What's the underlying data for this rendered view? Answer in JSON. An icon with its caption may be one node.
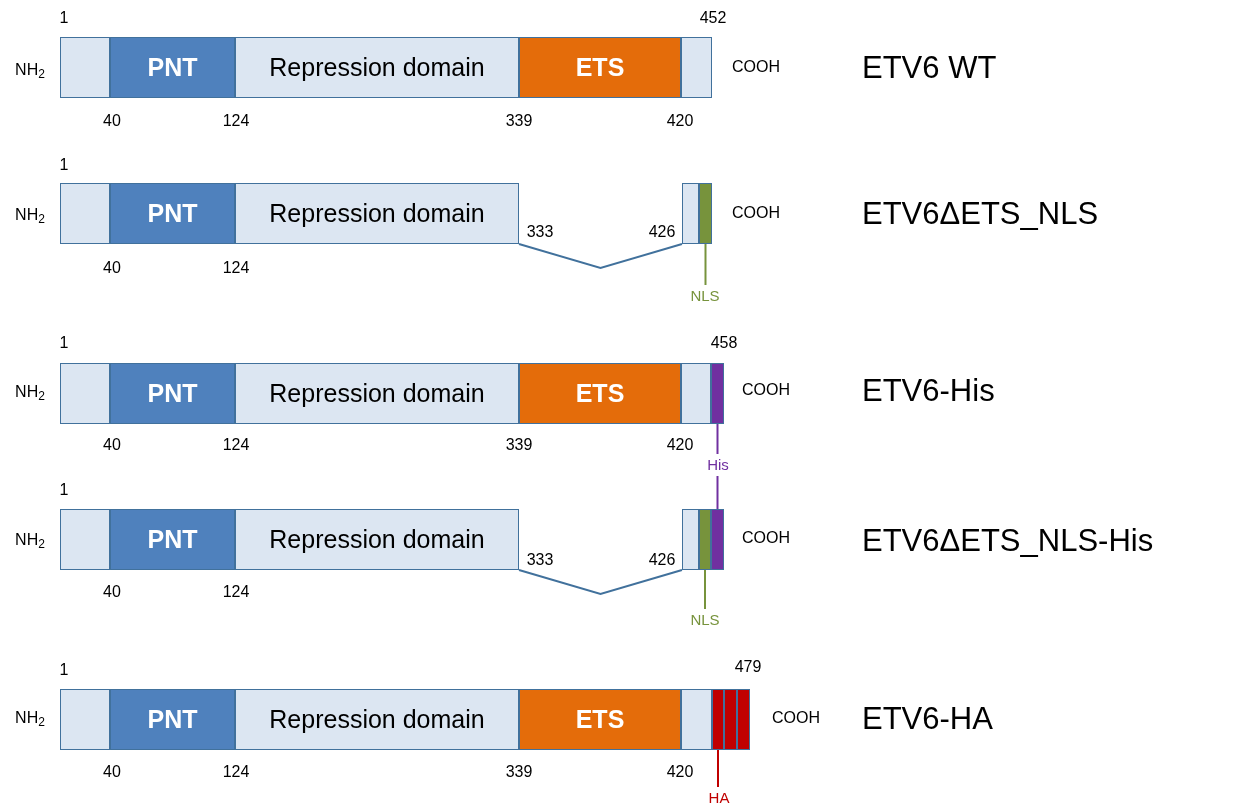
{
  "diagram": {
    "nodes": [
      {
        "text": [],
        "shape": "box"
      },
      {
        "text": [
          "PNT"
        ]
      },
      {
        "text": [
          "Repression domain"
        ]
      },
      {
        "text": [
          "ETS"
        ]
      },
      {
        "text": [],
        "shape": "box"
      },
      {
        "text": [],
        "shape": "box"
      },
      {
        "text": [
          "PNT"
        ]
      },
      {
        "text": [
          "Repression domain"
        ]
      },
      {
        "text": [],
        "shape": "box"
      },
      {
        "text": [],
        "shape": "box"
      },
      {
        "text": [
          "NLS"
        ]
      },
      {
        "text": [],
        "shape": "box"
      },
      {
        "text": [
          "PNT"
        ]
      },
      {
        "text": [
          "Repression domain"
        ]
      },
      {
        "text": [
          "ETS"
        ]
      },
      {
        "text": [],
        "shape": "box"
      },
      {
        "text": [],
        "shape": "box"
      },
      {
        "text": [
          "His"
        ]
      },
      {
        "text": [],
        "shape": "box"
      },
      {
        "text": [
          "PNT"
        ]
      },
      {
        "text": [
          "Repression domain"
        ]
      },
      {
        "text": [],
        "shape": "box"
      },
      {
        "text": [],
        "shape": "box"
      },
      {
        "text": [],
        "shape": "box"
      },
      {
        "text": [
          "NLS"
        ]
      },
      {
        "text": [],
        "shape": "box"
      },
      {
        "text": [
          "PNT"
        ]
      },
      {
        "text": [
          "Repression domain"
        ]
      },
      {
        "text": [
          "ETS"
        ]
      },
      {
        "text": [],
        "shape": "box"
      },
      {
        "text": [],
        "shape": "box"
      },
      {
        "text": [],
        "shape": "box"
      },
      {
        "text": [],
        "shape": "box"
      },
      {
        "text": [
          "HA"
        ]
      }
    ],
    "edges": [
      {
        "from": 7,
        "to": 8,
        "arrow": "none"
      },
      {
        "from": 10,
        "to": 9,
        "arrow": "none",
        "color": "#77933c"
      },
      {
        "from": 17,
        "to": 16,
        "arrow": "none",
        "color": "#7030a0"
      },
      {
        "from": 17,
        "to": 23,
        "arrow": "none",
        "color": "#7030a0"
      },
      {
        "from": 20,
        "to": 21,
        "arrow": "none"
      },
      {
        "from": 24,
        "to": 22,
        "arrow": "none",
        "color": "#77933c"
      },
      {
        "from": 33,
        "to": 30,
        "arrow": "none",
        "color": "#c00000"
      }
    ],
    "labels": [
      "1",
      "452",
      "NH$_{2}$",
      "COOH",
      "ETV6 WT",
      "40",
      "124",
      "339",
      "420",
      "1",
      "NH$_{2}$",
      "COOH",
      "ETV6ΔETS_NLS",
      "333",
      "426",
      "40",
      "124",
      "1",
      "458",
      "NH$_{2}$",
      "COOH",
      "ETV6-His",
      "40",
      "124",
      "339",
      "420",
      "1",
      "NH$_{2}$",
      "COOH",
      "ETV6ΔETS_NLS-His",
      "333",
      "426",
      "40",
      "124",
      "1",
      "479",
      "NH$_{2}$",
      "COOH",
      "ETV6-HA",
      "40",
      "124",
      "339",
      "420"
    ]
  }
}
